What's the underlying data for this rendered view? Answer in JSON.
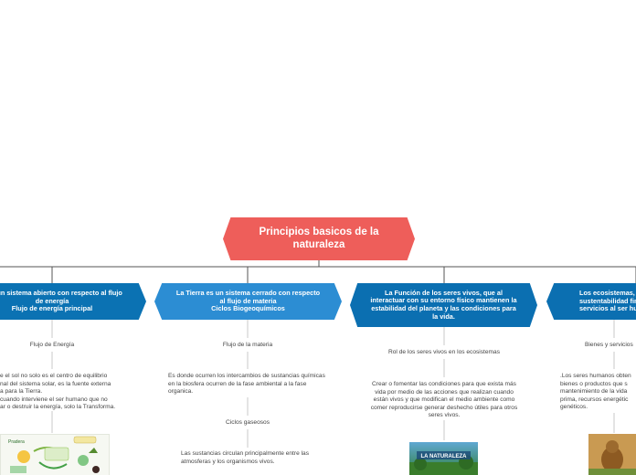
{
  "root": {
    "title": "Principios basicos de la naturaleza"
  },
  "branches": [
    {
      "title": "a es un sistema abierto con respecto al flujo de energía\nFlujo de energía principal",
      "subtopic": "Flujo de Energía",
      "description": "e el sol no solo es el centro de equilibrio\nnal del sistema solar, es la fuente externa\na para la Tierra.\ncuando interviene el ser humano que no\nar o destruir la energía, solo la Transforma.",
      "image_label": "Pradera"
    },
    {
      "title": "La Tierra es un sistema cerrado con respecto al flujo de materia\nCiclos Biogeoquímicos",
      "subtopic": "Flujo de la materia",
      "description": "Es donde ocurren los intercambios de sustancias químicas en la biosfera ocurren de la fase ambiental a la fase organica.",
      "subtopic2": "Ciclos gaseosos",
      "description2": "Las sustancias circulan principalmente entre las atmosferas y los organismos vivos."
    },
    {
      "title": "La Función de los seres vivos, que al interactuar con su entorno físico mantienen la estabilidad del planeta y las condiciones para la vida.",
      "subtopic": "Rol de los seres vivos en los ecosistemas",
      "description": "Crear o fomentar las condiciones para que exista más vida por medio de las acciones que realizan cuando están vivos y que modifican el medio ambiente como comer reproducirse generar deshecho útiles para otros seres vivos.",
      "image_label": "LA NATURALEZA"
    },
    {
      "title": "Los ecosistemas, con\nsustentabilidad finita\nservicios al ser huma",
      "subtopic": "Bienes y servicios",
      "description": ".Los seres humanos obten\nbienes o productos que s\nmantenimiento de la vida\nprima, recursos energétic\ngenéticos."
    }
  ],
  "colors": {
    "root": "#ee5e5a",
    "branch_dark": "#0b72b3",
    "branch_selected": "#2c8dd3",
    "line": "#555555",
    "sub_line": "#c8c8c8"
  }
}
